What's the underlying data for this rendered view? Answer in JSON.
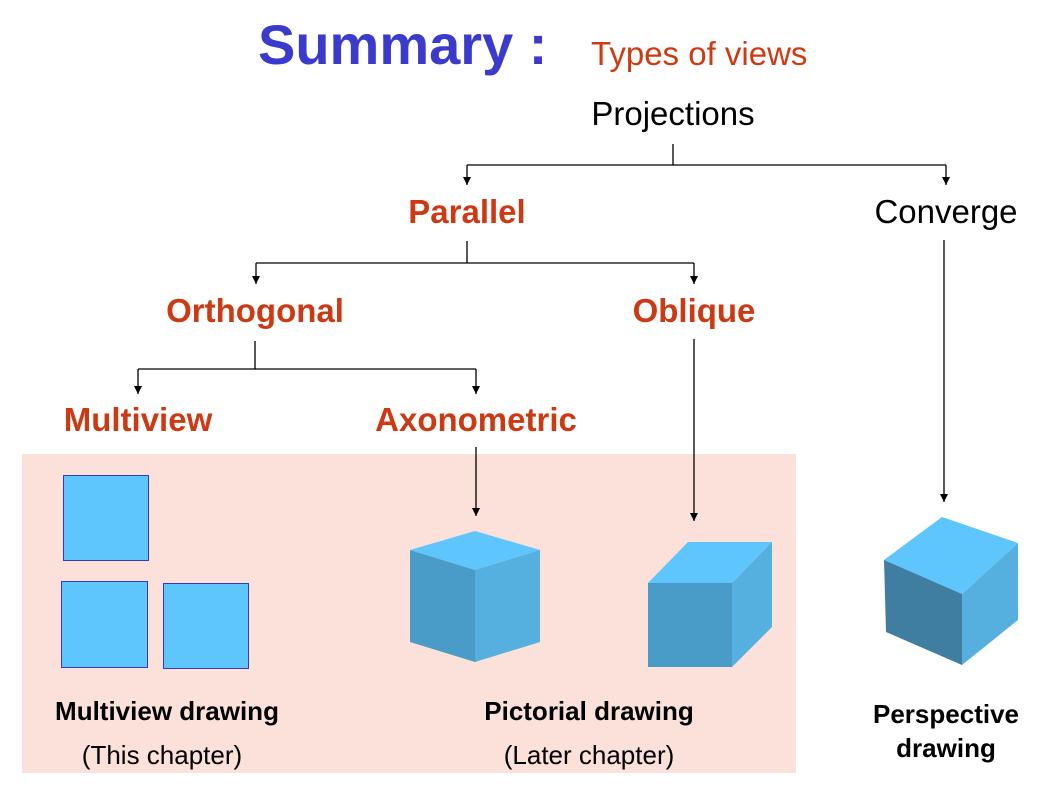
{
  "title": {
    "main": "Summary :",
    "sub": "Types of views"
  },
  "tree": {
    "projections": "Projections",
    "parallel": "Parallel",
    "converge": "Converge",
    "orthogonal": "Orthogonal",
    "oblique": "Oblique",
    "multiview": "Multiview",
    "axonometric": "Axonometric"
  },
  "captions": {
    "multiview_drawing": "Multiview drawing",
    "multiview_note": "(This chapter)",
    "pictorial_drawing": "Pictorial drawing",
    "pictorial_note": "(Later chapter)",
    "perspective_line1": "Perspective",
    "perspective_line2": "drawing"
  },
  "colors": {
    "title": "#3a3acc",
    "highlight": "#cc3a14",
    "panel": "#fce0da",
    "cube_top": "#5fc6fd",
    "cube_front": "#4a9cc8",
    "cube_side": "#55b0e0"
  }
}
